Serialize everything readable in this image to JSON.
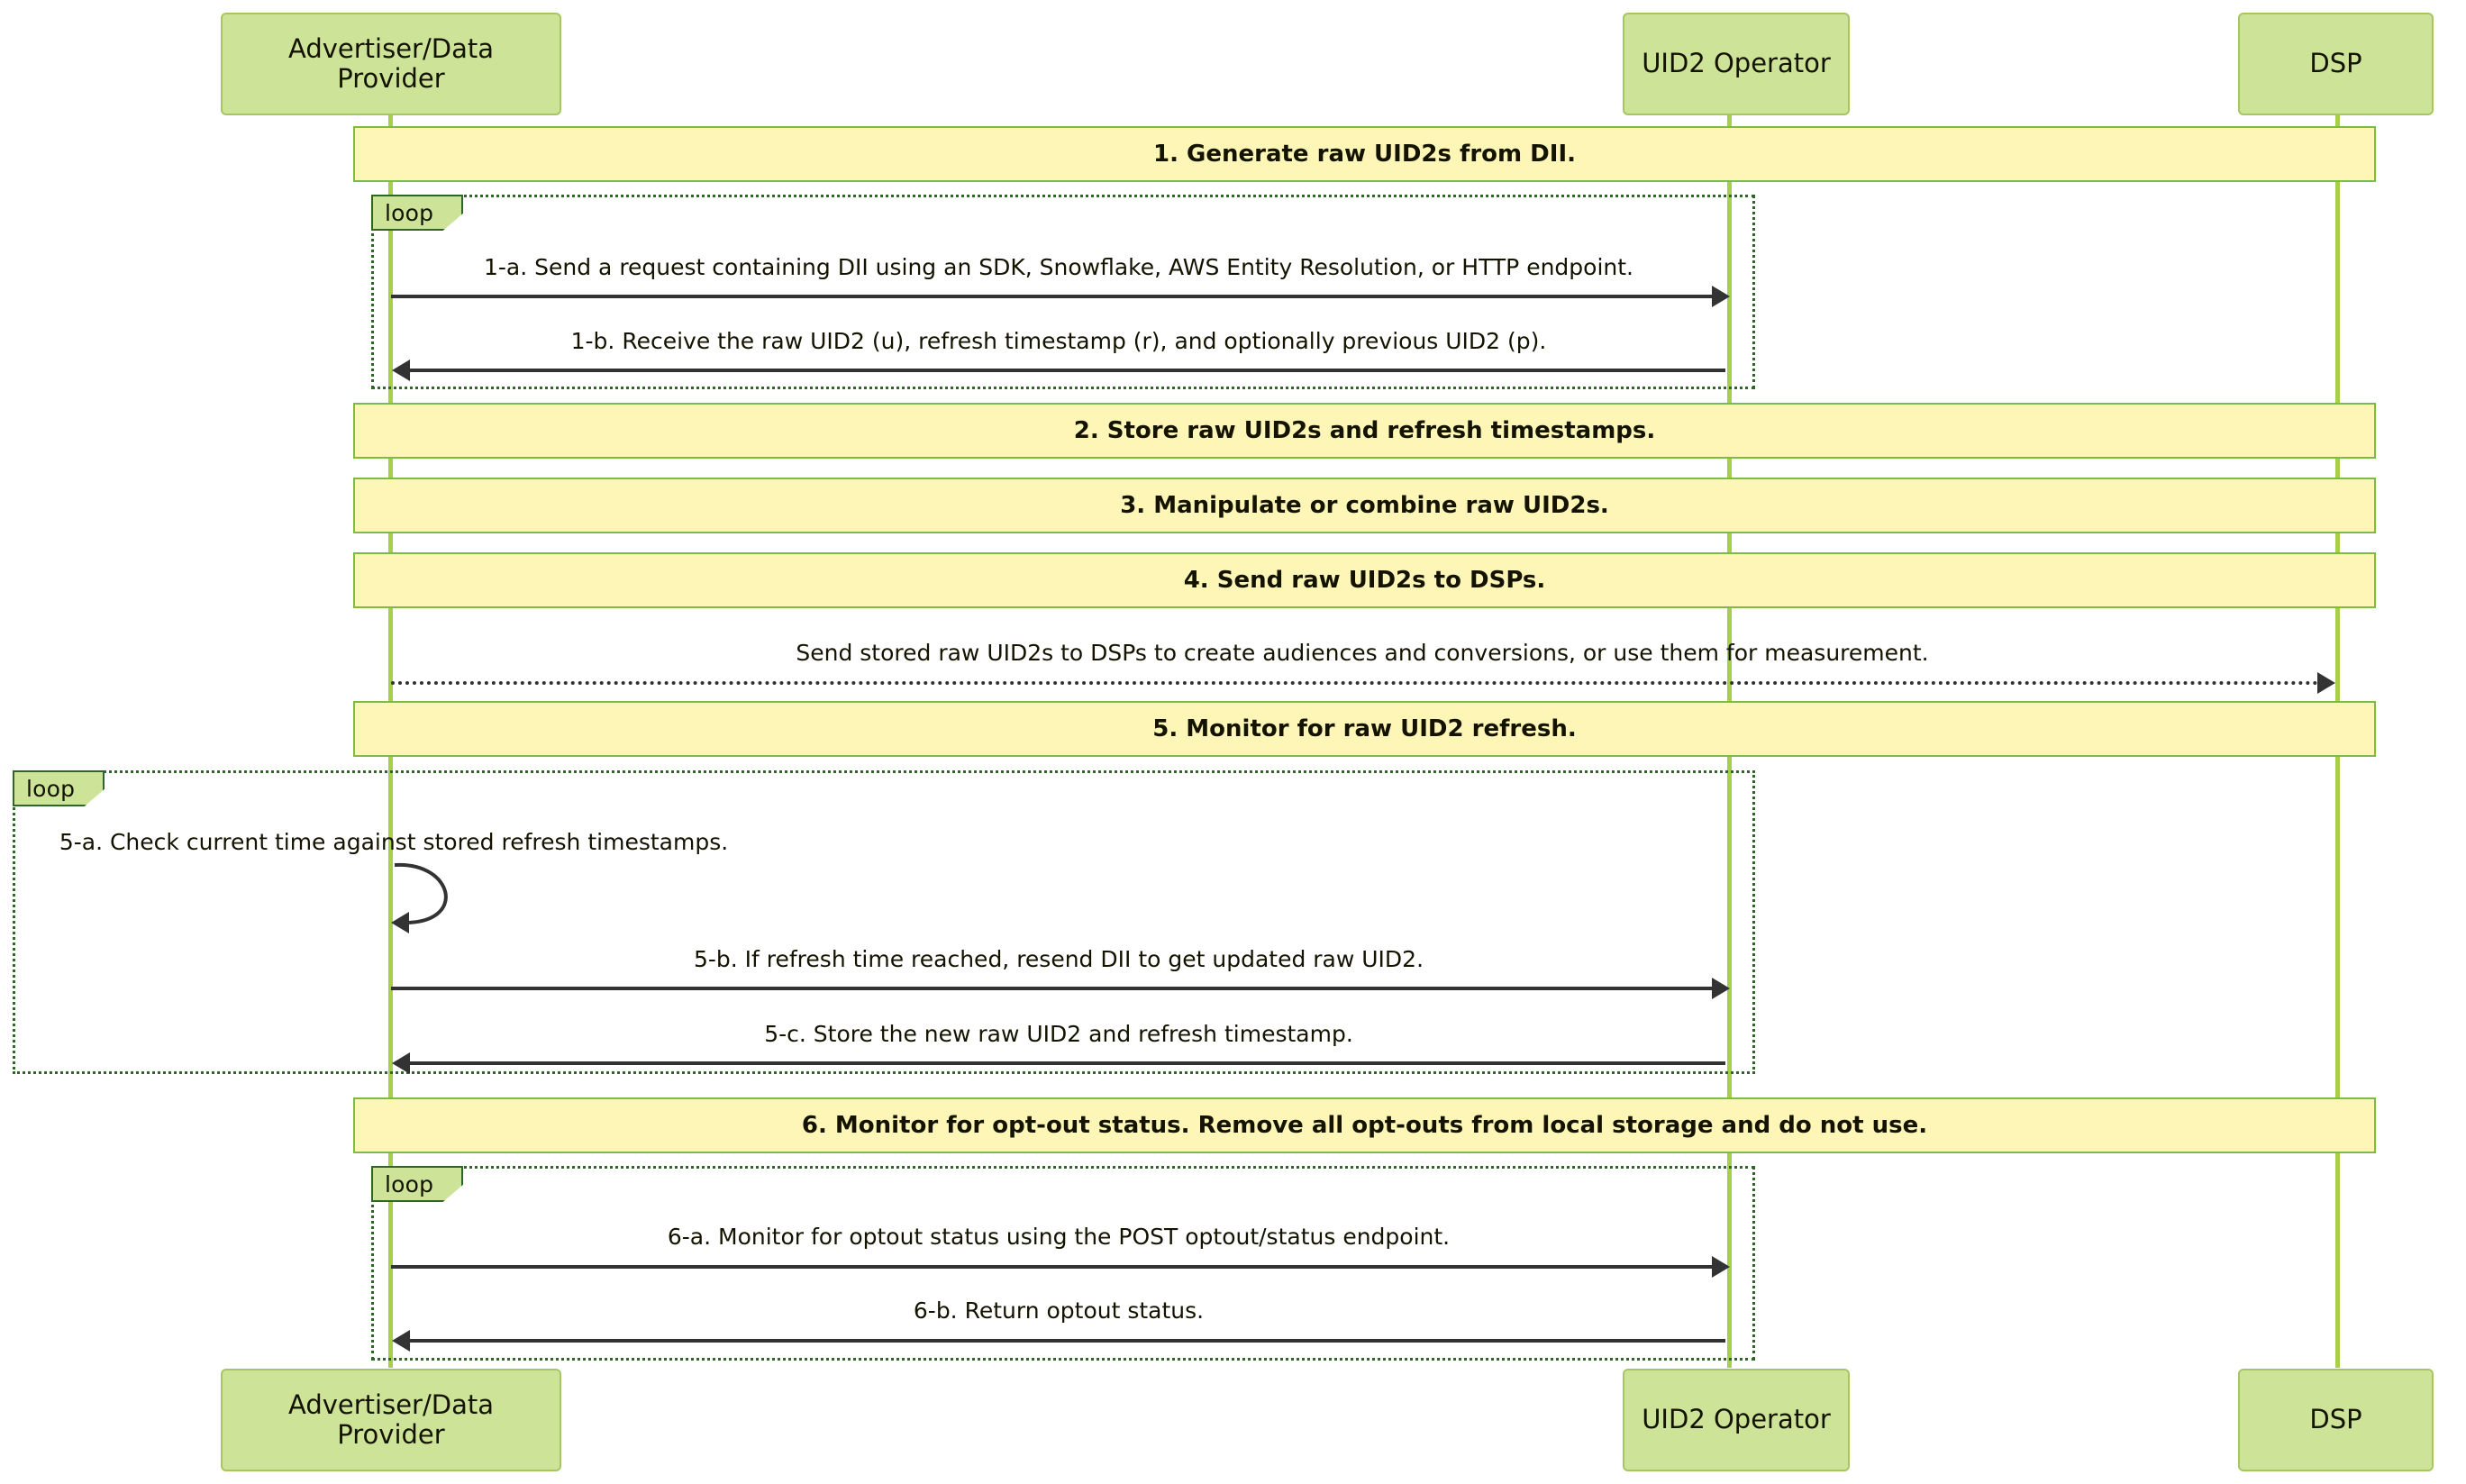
{
  "diagram": {
    "type": "sequence-diagram",
    "colors": {
      "actor_fill": "#cde498",
      "actor_stroke": "#a5c663",
      "note_fill": "#fdf6b7",
      "note_stroke": "#7ebb42",
      "lifeline": "#a7cf4a",
      "loop_stroke": "#2f6627",
      "arrow": "#333333",
      "text": "#131300",
      "background": "#ffffff"
    },
    "participants": [
      {
        "id": "advertiser",
        "label": "Advertiser/Data Provider"
      },
      {
        "id": "operator",
        "label": "UID2 Operator"
      },
      {
        "id": "dsp",
        "label": "DSP"
      }
    ],
    "loop_label": "loop",
    "notes": [
      {
        "id": "note1",
        "text": "1. Generate raw UID2s from DII."
      },
      {
        "id": "note2",
        "text": "2. Store raw UID2s and refresh timestamps."
      },
      {
        "id": "note3",
        "text": "3. Manipulate or combine raw UID2s."
      },
      {
        "id": "note4",
        "text": "4. Send raw UID2s to DSPs."
      },
      {
        "id": "note5",
        "text": "5. Monitor for raw UID2 refresh."
      },
      {
        "id": "note6",
        "text": "6. Monitor for opt-out status. Remove all opt-outs from local storage and do not use."
      }
    ],
    "messages": [
      {
        "id": "m1a",
        "text": "1-a. Send a request containing DII using an SDK, Snowflake, AWS Entity Resolution, or HTTP endpoint.",
        "from": "advertiser",
        "to": "operator",
        "style": "solid",
        "direction": "right"
      },
      {
        "id": "m1b",
        "text": "1-b. Receive the raw UID2 (u), refresh timestamp (r), and optionally previous UID2 (p).",
        "from": "operator",
        "to": "advertiser",
        "style": "solid",
        "direction": "left"
      },
      {
        "id": "m4dsp",
        "text": "Send stored raw UID2s to DSPs to create audiences and conversions, or use them for measurement.",
        "from": "advertiser",
        "to": "dsp",
        "style": "dotted",
        "direction": "right"
      },
      {
        "id": "m5a",
        "text": "5-a. Check current time against stored refresh timestamps.",
        "from": "advertiser",
        "to": "advertiser",
        "style": "solid",
        "direction": "self"
      },
      {
        "id": "m5b",
        "text": "5-b. If refresh time reached, resend DII to get updated raw UID2.",
        "from": "advertiser",
        "to": "operator",
        "style": "solid",
        "direction": "right"
      },
      {
        "id": "m5c",
        "text": "5-c. Store the new raw UID2 and refresh timestamp.",
        "from": "operator",
        "to": "advertiser",
        "style": "solid",
        "direction": "left"
      },
      {
        "id": "m6a",
        "text": "6-a. Monitor for optout status using the POST optout/status endpoint.",
        "from": "advertiser",
        "to": "operator",
        "style": "solid",
        "direction": "right"
      },
      {
        "id": "m6b",
        "text": "6-b. Return optout status.",
        "from": "operator",
        "to": "advertiser",
        "style": "solid",
        "direction": "left"
      }
    ],
    "loops": [
      {
        "id": "loop1",
        "label": "loop"
      },
      {
        "id": "loop2",
        "label": "loop"
      },
      {
        "id": "loop3",
        "label": "loop"
      }
    ]
  }
}
